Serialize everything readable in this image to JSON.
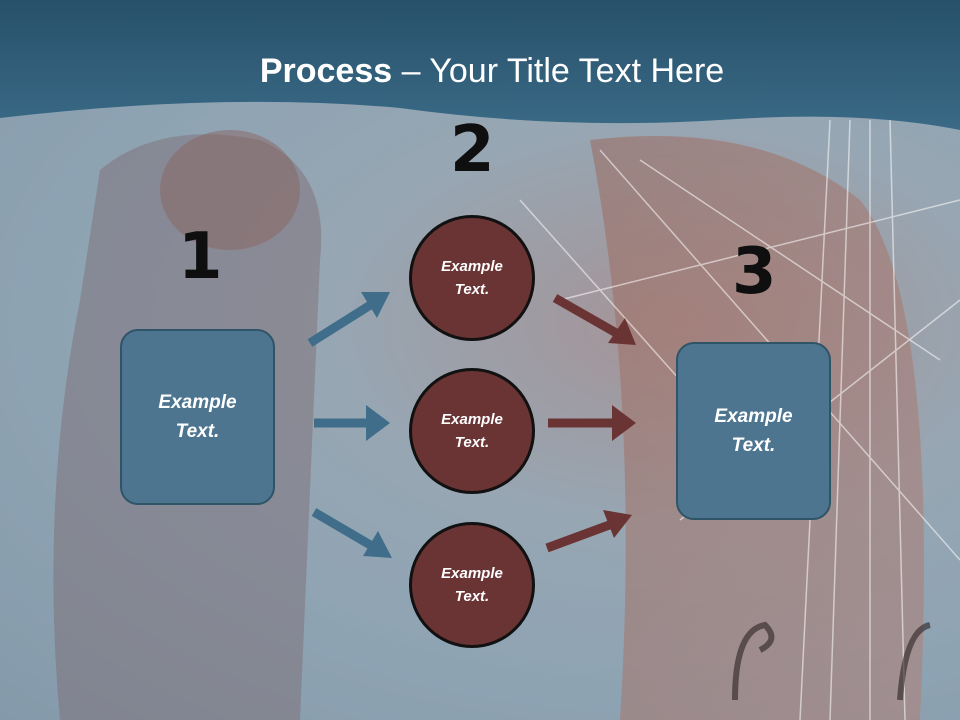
{
  "title": {
    "bold": "Process",
    "rest": " – Your Title Text Here"
  },
  "steps": [
    {
      "number": "1",
      "label": "Example\nText."
    },
    {
      "number": "2",
      "label": "Example\nText."
    },
    {
      "number": "3",
      "label": "Example\nText."
    }
  ],
  "circles": [
    {
      "label": "Example\nText."
    },
    {
      "label": "Example\nText."
    },
    {
      "label": "Example\nText."
    }
  ],
  "colors": {
    "header": "#2e5a74",
    "box": "#4d7590",
    "circle": "#6a3434",
    "arrow_blue": "#3f6d8a",
    "arrow_red": "#6a3434"
  }
}
